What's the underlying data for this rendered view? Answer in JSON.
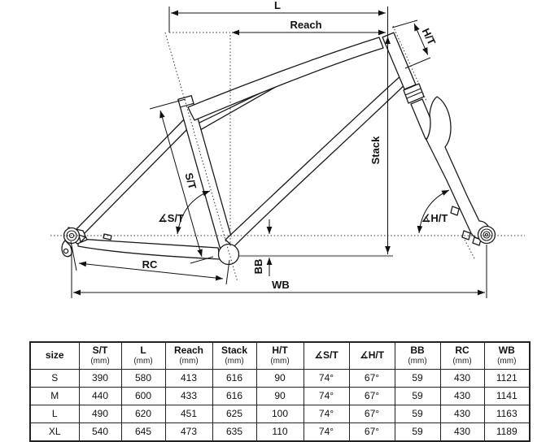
{
  "diagram": {
    "labels": {
      "top_length": "L",
      "reach": "Reach",
      "head_tube": "H/T",
      "stack": "Stack",
      "seat_tube": "S/T",
      "seat_tube_angle": "∡S/T",
      "head_tube_angle": "∡H/T",
      "rear_center": "RC",
      "bb_drop": "BB",
      "wheelbase": "WB"
    },
    "colors": {
      "line": "#1a1a1a",
      "bb_height_line": "#9a9a9a"
    }
  },
  "table": {
    "columns": [
      {
        "label": "size",
        "unit": ""
      },
      {
        "label": "S/T",
        "unit": "(mm)"
      },
      {
        "label": "L",
        "unit": "(mm)"
      },
      {
        "label": "Reach",
        "unit": "(mm)"
      },
      {
        "label": "Stack",
        "unit": "(mm)"
      },
      {
        "label": "H/T",
        "unit": "(mm)"
      },
      {
        "label": "∡S/T",
        "unit": ""
      },
      {
        "label": "∡H/T",
        "unit": ""
      },
      {
        "label": "BB",
        "unit": "(mm)"
      },
      {
        "label": "RC",
        "unit": "(mm)"
      },
      {
        "label": "WB",
        "unit": "(mm)"
      }
    ],
    "rows": [
      [
        "S",
        "390",
        "580",
        "413",
        "616",
        "90",
        "74°",
        "67°",
        "59",
        "430",
        "1121"
      ],
      [
        "M",
        "440",
        "600",
        "433",
        "616",
        "90",
        "74°",
        "67°",
        "59",
        "430",
        "1141"
      ],
      [
        "L",
        "490",
        "620",
        "451",
        "625",
        "100",
        "74°",
        "67°",
        "59",
        "430",
        "1163"
      ],
      [
        "XL",
        "540",
        "645",
        "473",
        "635",
        "110",
        "74°",
        "67°",
        "59",
        "430",
        "1189"
      ]
    ]
  }
}
